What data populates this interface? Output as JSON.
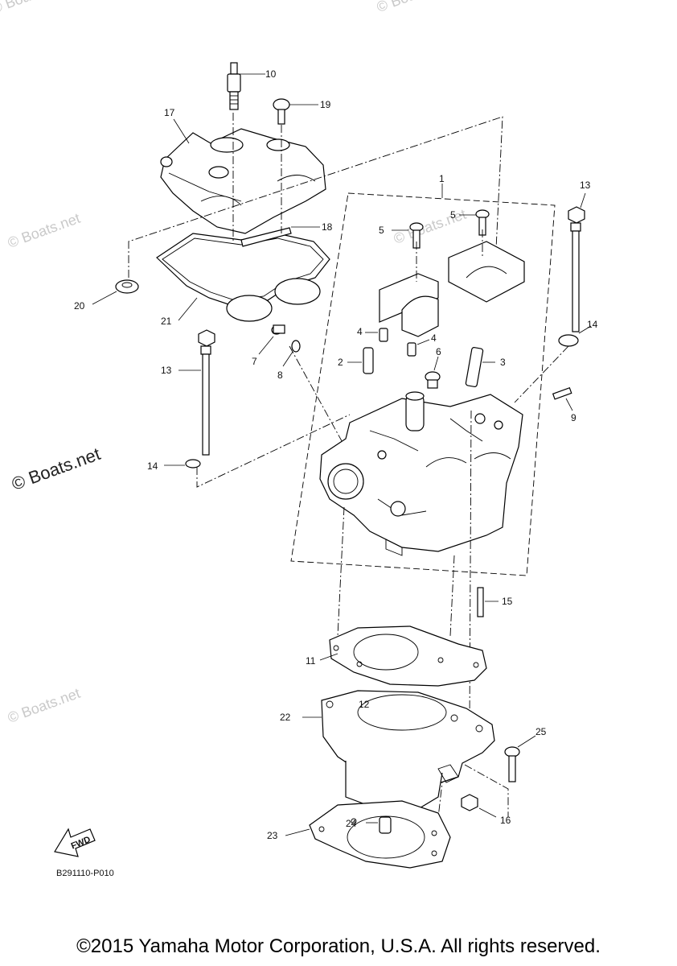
{
  "watermarks": [
    "© Boats.net",
    "© Boats.net",
    "© Boats.net",
    "© Boats.net",
    "© Boats.net",
    "© Boats.net"
  ],
  "callouts": {
    "c1": "1",
    "c2": "2",
    "c3": "3",
    "c4a": "4",
    "c4b": "4",
    "c5a": "5",
    "c5b": "5",
    "c6": "6",
    "c7": "7",
    "c8": "8",
    "c9": "9",
    "c10": "10",
    "c11": "11",
    "c12": "12",
    "c13a": "13",
    "c13b": "13",
    "c14a": "14",
    "c14b": "14",
    "c15": "15",
    "c16": "16",
    "c17": "17",
    "c18": "18",
    "c19": "19",
    "c20": "20",
    "c21": "21",
    "c22": "22",
    "c23": "23",
    "c24": "24",
    "c25": "25"
  },
  "fwd_label": "FWD",
  "reference_code": "B291110-P010",
  "copyright": "©2015 Yamaha Motor Corporation, U.S.A. All rights reserved."
}
